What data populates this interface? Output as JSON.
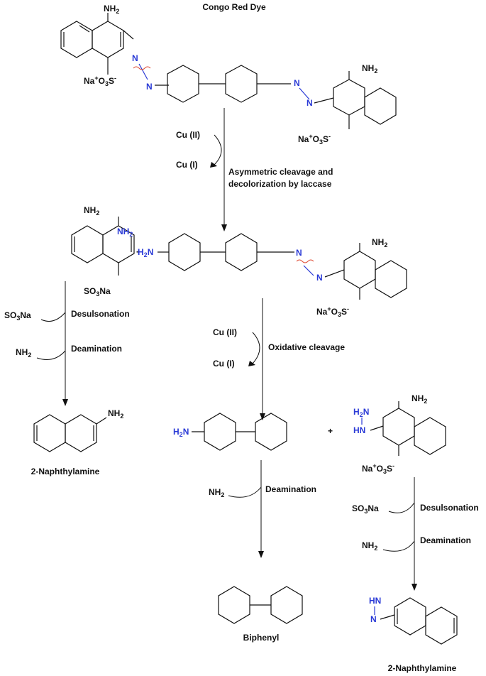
{
  "title": "Congo Red Dye",
  "step1": {
    "cu2": "Cu (II)",
    "cu1": "Cu (I)",
    "desc_line1": "Asymmetric cleavage and",
    "desc_line2": "decolorization by laccase"
  },
  "step2": {
    "cu2": "Cu (II)",
    "cu1": "Cu (I)",
    "desc": "Oxidative cleavage"
  },
  "left_path": {
    "desulf": "Desulsonation",
    "deam": "Deamination",
    "so3na": "SO3Na",
    "nh2": "NH2",
    "product": "2-Naphthylamine"
  },
  "middle_path": {
    "deam": "Deamination",
    "nh2": "NH2",
    "product": "Biphenyl"
  },
  "right_path": {
    "desulf": "Desulsonation",
    "deam": "Deamination",
    "so3na": "SO3Na",
    "nh2": "NH2",
    "product": "2-Naphthylamine"
  },
  "plus": "+",
  "atoms": {
    "nh2": "NH2",
    "h2n": "H2N",
    "n": "N",
    "hn": "HN",
    "so3na": "SO3Na",
    "na_o3s": "Na+O3S-"
  }
}
